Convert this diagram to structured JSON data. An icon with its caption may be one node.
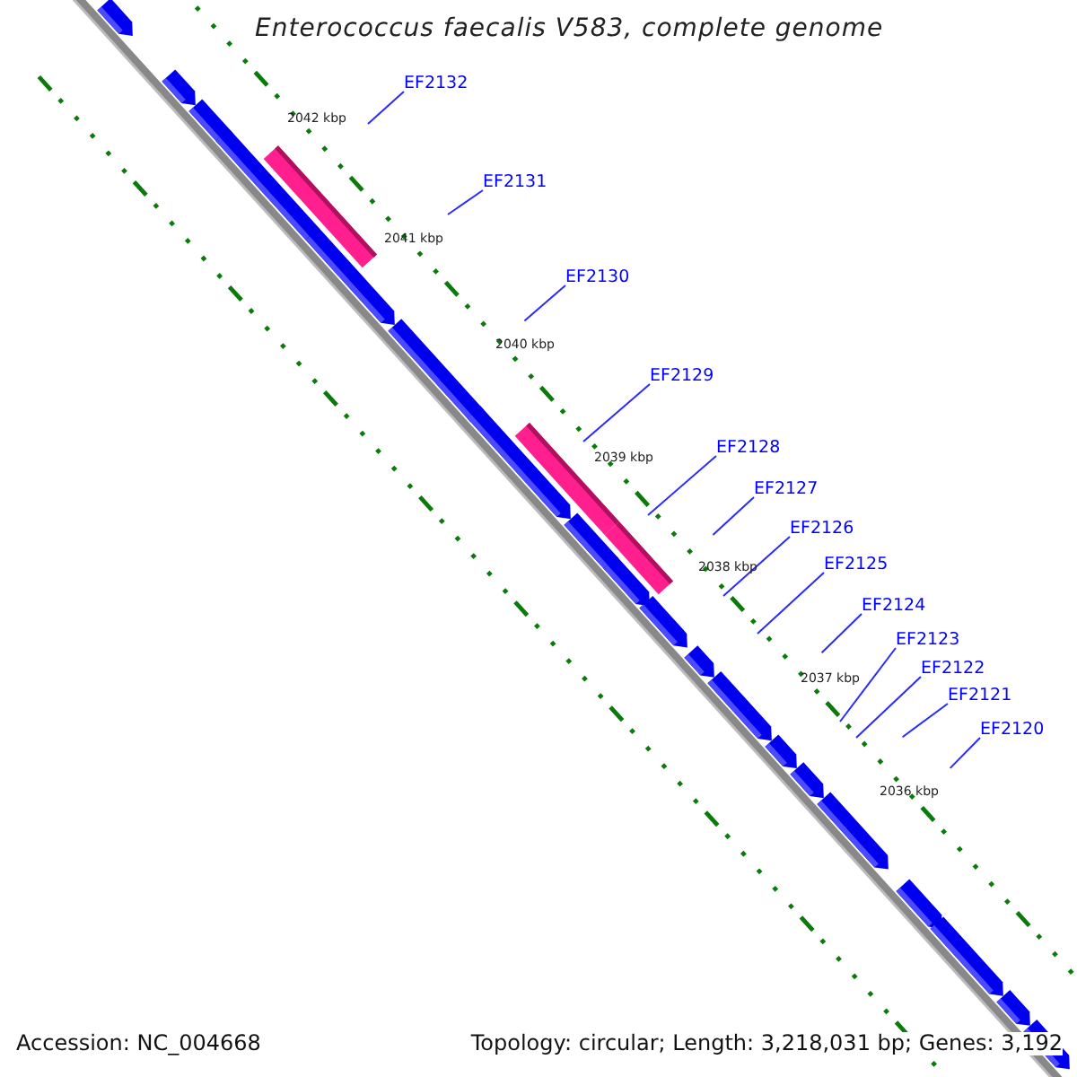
{
  "diagram": {
    "title": "Enterococcus faecalis V583, complete genome",
    "nodes": [
      {
        "text": [
          "EF2132"
        ]
      },
      {
        "text": [
          "EF2131"
        ]
      },
      {
        "text": [
          "EF2130"
        ]
      },
      {
        "text": [
          "EF2129"
        ]
      },
      {
        "text": [
          "EF2128"
        ]
      },
      {
        "text": [
          "EF2127"
        ]
      },
      {
        "text": [
          "EF2126"
        ]
      },
      {
        "text": [
          "EF2125"
        ]
      },
      {
        "text": [
          "EF2124"
        ]
      },
      {
        "text": [
          "EF2123"
        ]
      },
      {
        "text": [
          "EF2122"
        ]
      },
      {
        "text": [
          "EF2121"
        ]
      },
      {
        "text": [
          "EF2120"
        ]
      }
    ],
    "edges": [
      {
        "from": 0,
        "to": null,
        "arrow": "none"
      },
      {
        "from": 1,
        "to": null,
        "arrow": "none"
      },
      {
        "from": 2,
        "to": null,
        "arrow": "none"
      },
      {
        "from": 3,
        "to": null,
        "arrow": "none"
      },
      {
        "from": 4,
        "to": null,
        "arrow": "none"
      },
      {
        "from": 5,
        "to": null,
        "arrow": "none"
      },
      {
        "from": 6,
        "to": null,
        "arrow": "none"
      },
      {
        "from": 7,
        "to": null,
        "arrow": "none"
      },
      {
        "from": 8,
        "to": null,
        "arrow": "none"
      },
      {
        "from": 9,
        "to": null,
        "arrow": "none"
      },
      {
        "from": 10,
        "to": null,
        "arrow": "none"
      },
      {
        "from": 11,
        "to": null,
        "arrow": "none"
      },
      {
        "from": 12,
        "to": null,
        "arrow": "none"
      }
    ],
    "labels": [
      "2042 kbp",
      "2041 kbp",
      "2040 kbp",
      "2039 kbp",
      "2038 kbp",
      "2037 kbp",
      "2036 kbp",
      "Accession: NC_004668",
      "Topology: circular; Length: 3,218,031 bp; Genes: 3,192"
    ]
  }
}
